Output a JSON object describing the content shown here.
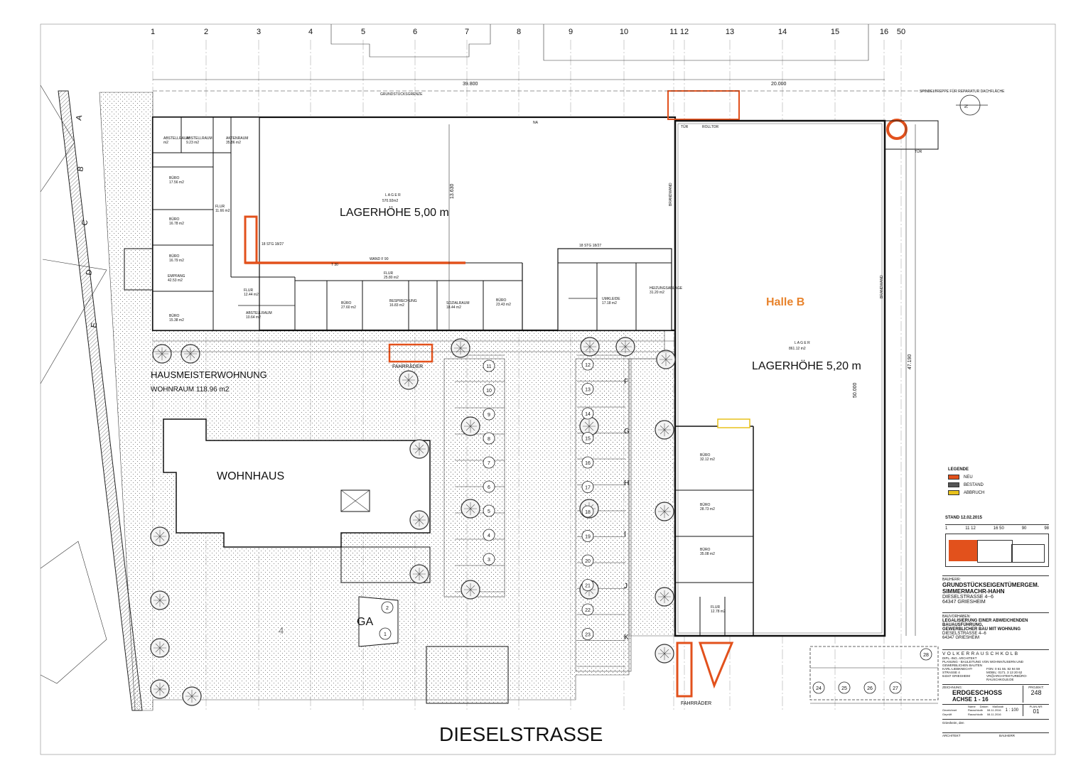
{
  "axes_top": [
    "1",
    "2",
    "3",
    "4",
    "5",
    "6",
    "7",
    "8",
    "9",
    "10",
    "11",
    "12",
    "13",
    "14",
    "15",
    "16",
    "50"
  ],
  "axes_left": [
    "A",
    "B",
    "C",
    "D",
    "E"
  ],
  "axes_lower": [
    "F",
    "G",
    "H",
    "I",
    "J",
    "K"
  ],
  "labels": {
    "lager1_small": "L A G E R",
    "lager1_area": "570.92m2",
    "lager1_height": "LAGERHÖHE 5,00 m",
    "halle_b": "Halle B",
    "lager2_small": "L A G E R",
    "lager2_area": "861.12  m2",
    "lager2_height": "LAGERHÖHE 5,20 m",
    "hausmeister": "HAUSMEISTERWOHNUNG",
    "wohnraum": "WOHNRAUM 118.96 m2",
    "wohnhaus": "WOHNHAUS",
    "ga": "GA",
    "fahrraeder_top": "FAHRRÄDER",
    "fahrraeder_bottom": "FAHRRÄDER",
    "street": "DIESELSTRASSE",
    "grenze": "GRUNDSTÜCKSGRENZE",
    "rolltor": "ROLLTOR",
    "tuer1": "TÜR",
    "tuer2": "TÜR",
    "spindel": "SPINDELTREPPE FÜR REPARATUR DACHFLÄCHE",
    "brandwand1": "BRANDWAND",
    "brandwand2": "BRANDWAND",
    "wand_f90": "WAND F 90",
    "stg1": "18 STG 18/27",
    "stg2": "18 STG 18/27",
    "t30": "T 30",
    "na": "NA",
    "dim_39800": "39.800",
    "dim_20000": "20.000",
    "dim_50000": "50.000",
    "dim_47190": "47.190",
    "dim_13630": "13.630",
    "num_4": "4"
  },
  "rooms": [
    {
      "name": "ABSTELLRAUM",
      "area": "m2"
    },
    {
      "name": "ABSTELLRAUM",
      "area": "9.23 m2"
    },
    {
      "name": "AKTENRAUM",
      "area": "35.86 m2"
    },
    {
      "name": "BÜRO",
      "area": "17.56 m2"
    },
    {
      "name": "BÜRO",
      "area": "16.78 m2"
    },
    {
      "name": "BÜRO",
      "area": "16.79 m2"
    },
    {
      "name": "EMPFANG",
      "area": "42.53 m2"
    },
    {
      "name": "BÜRO",
      "area": "15.38 m2"
    },
    {
      "name": "FLUR",
      "area": "11.66 m2"
    },
    {
      "name": "FLUR",
      "area": "12.44 m2"
    },
    {
      "name": "ABSTELLRAUM",
      "area": "10.64 m2"
    },
    {
      "name": "FLUR",
      "area": "25.80 m2"
    },
    {
      "name": "BÜRO",
      "area": "27.60 m2"
    },
    {
      "name": "BESPRECHUNG",
      "area": "16.83 m2"
    },
    {
      "name": "SOZIALRAUM",
      "area": "18.44 m2"
    },
    {
      "name": "BÜRO",
      "area": "23.43 m2"
    },
    {
      "name": "HEIZUNGSANLAGE",
      "area": "31.20 m2"
    },
    {
      "name": "UMKLEIDE",
      "area": "17.18 m2"
    },
    {
      "name": "BÜRO",
      "area": "32.12 m2"
    },
    {
      "name": "BÜRO",
      "area": "28.73 m2"
    },
    {
      "name": "BÜRO",
      "area": "35.08 m2"
    },
    {
      "name": "FLUR",
      "area": "12.78 m2"
    }
  ],
  "parking_mid": [
    "11",
    "10",
    "9",
    "8",
    "7",
    "6",
    "5",
    "4",
    "3"
  ],
  "parking_right": [
    "12",
    "13",
    "14",
    "15",
    "16",
    "17",
    "18",
    "19",
    "20",
    "21",
    "22",
    "23"
  ],
  "parking_bottom": [
    "24",
    "25",
    "26",
    "27",
    "28"
  ],
  "garage": [
    "2",
    "1"
  ],
  "legend": {
    "title": "LEGENDE",
    "items": [
      {
        "label": "NEU",
        "color": "#e2511c"
      },
      {
        "label": "BESTAND",
        "color": "#555555"
      },
      {
        "label": "ABBRUCH",
        "color": "#e8c21c"
      }
    ]
  },
  "key_plan": {
    "stand": "STAND 12.02.2015",
    "axes": [
      "1",
      "11 12",
      "16 50",
      "90",
      "98"
    ]
  },
  "title_block": {
    "bauherr_label": "BAUHERR:",
    "bauherr_l1": "GRUNDSTÜCKSEIGENTÜMERGEM.",
    "bauherr_l2": "SIMMERMACHR-HAHN",
    "bauherr_l3": "DIESELSTRASSE  4--6",
    "bauherr_l4": "64347  GRIESHEIM",
    "vorhaben_label": "BAUVORHABEN:",
    "vorhaben_l1": "LEGALISIERUNG EINER ABWEICHENDEN",
    "vorhaben_l2": "BAUAUSFÜHRUNG,",
    "vorhaben_l3": "GEWERBLICHER BAU MIT WOHNUNG",
    "vorhaben_l4": "DIESELSTRASSE  4--6",
    "vorhaben_l5": "64347  GRIESHEIM",
    "architekt_name": "V O L K E R   R A U S C H K O L B",
    "architekt_sub": "DIPL.-ING. ARCHITEKT",
    "architekt_desc": "PLANUNG - BAULEITUNG VON WOHNHÄUSERN UND GEWERBLICHEN BAUTEN",
    "adresse_l1": "KARL-LIEBKNECHT-STRASSE 4",
    "adresse_l2": "64347  GRIESHEIM",
    "tel": "FON: 0 61 55. 82 94 59",
    "mobil": "MOBIL: 0171. 3 13 20 62",
    "mail": "VR@ARCHITEKTURBÜRO-RAUSCHKOLB.DE",
    "zeichnung_label": "ZEICHNUNG:",
    "zeichnung_l1": "ERDGESCHOSS",
    "zeichnung_l2": "ACHSE   1 - 16",
    "projekt_label": "PROJEKT:",
    "projekt": "248",
    "plan_label": "PLAN-NR:",
    "plan": "01",
    "massstab_label": "Maßstab",
    "massstab": "1 : 100",
    "gezeichnet": "Gezeichnet",
    "geprueft": "Geprüft",
    "name_label": "Name",
    "datum_label": "Datum",
    "name_val": "Rauschkolb",
    "datum_val": "08.11.2016",
    "ort": "Griesheim, den",
    "architekt_label": "ARCHITEKT",
    "bauherr_sig": "BAUHERR"
  }
}
